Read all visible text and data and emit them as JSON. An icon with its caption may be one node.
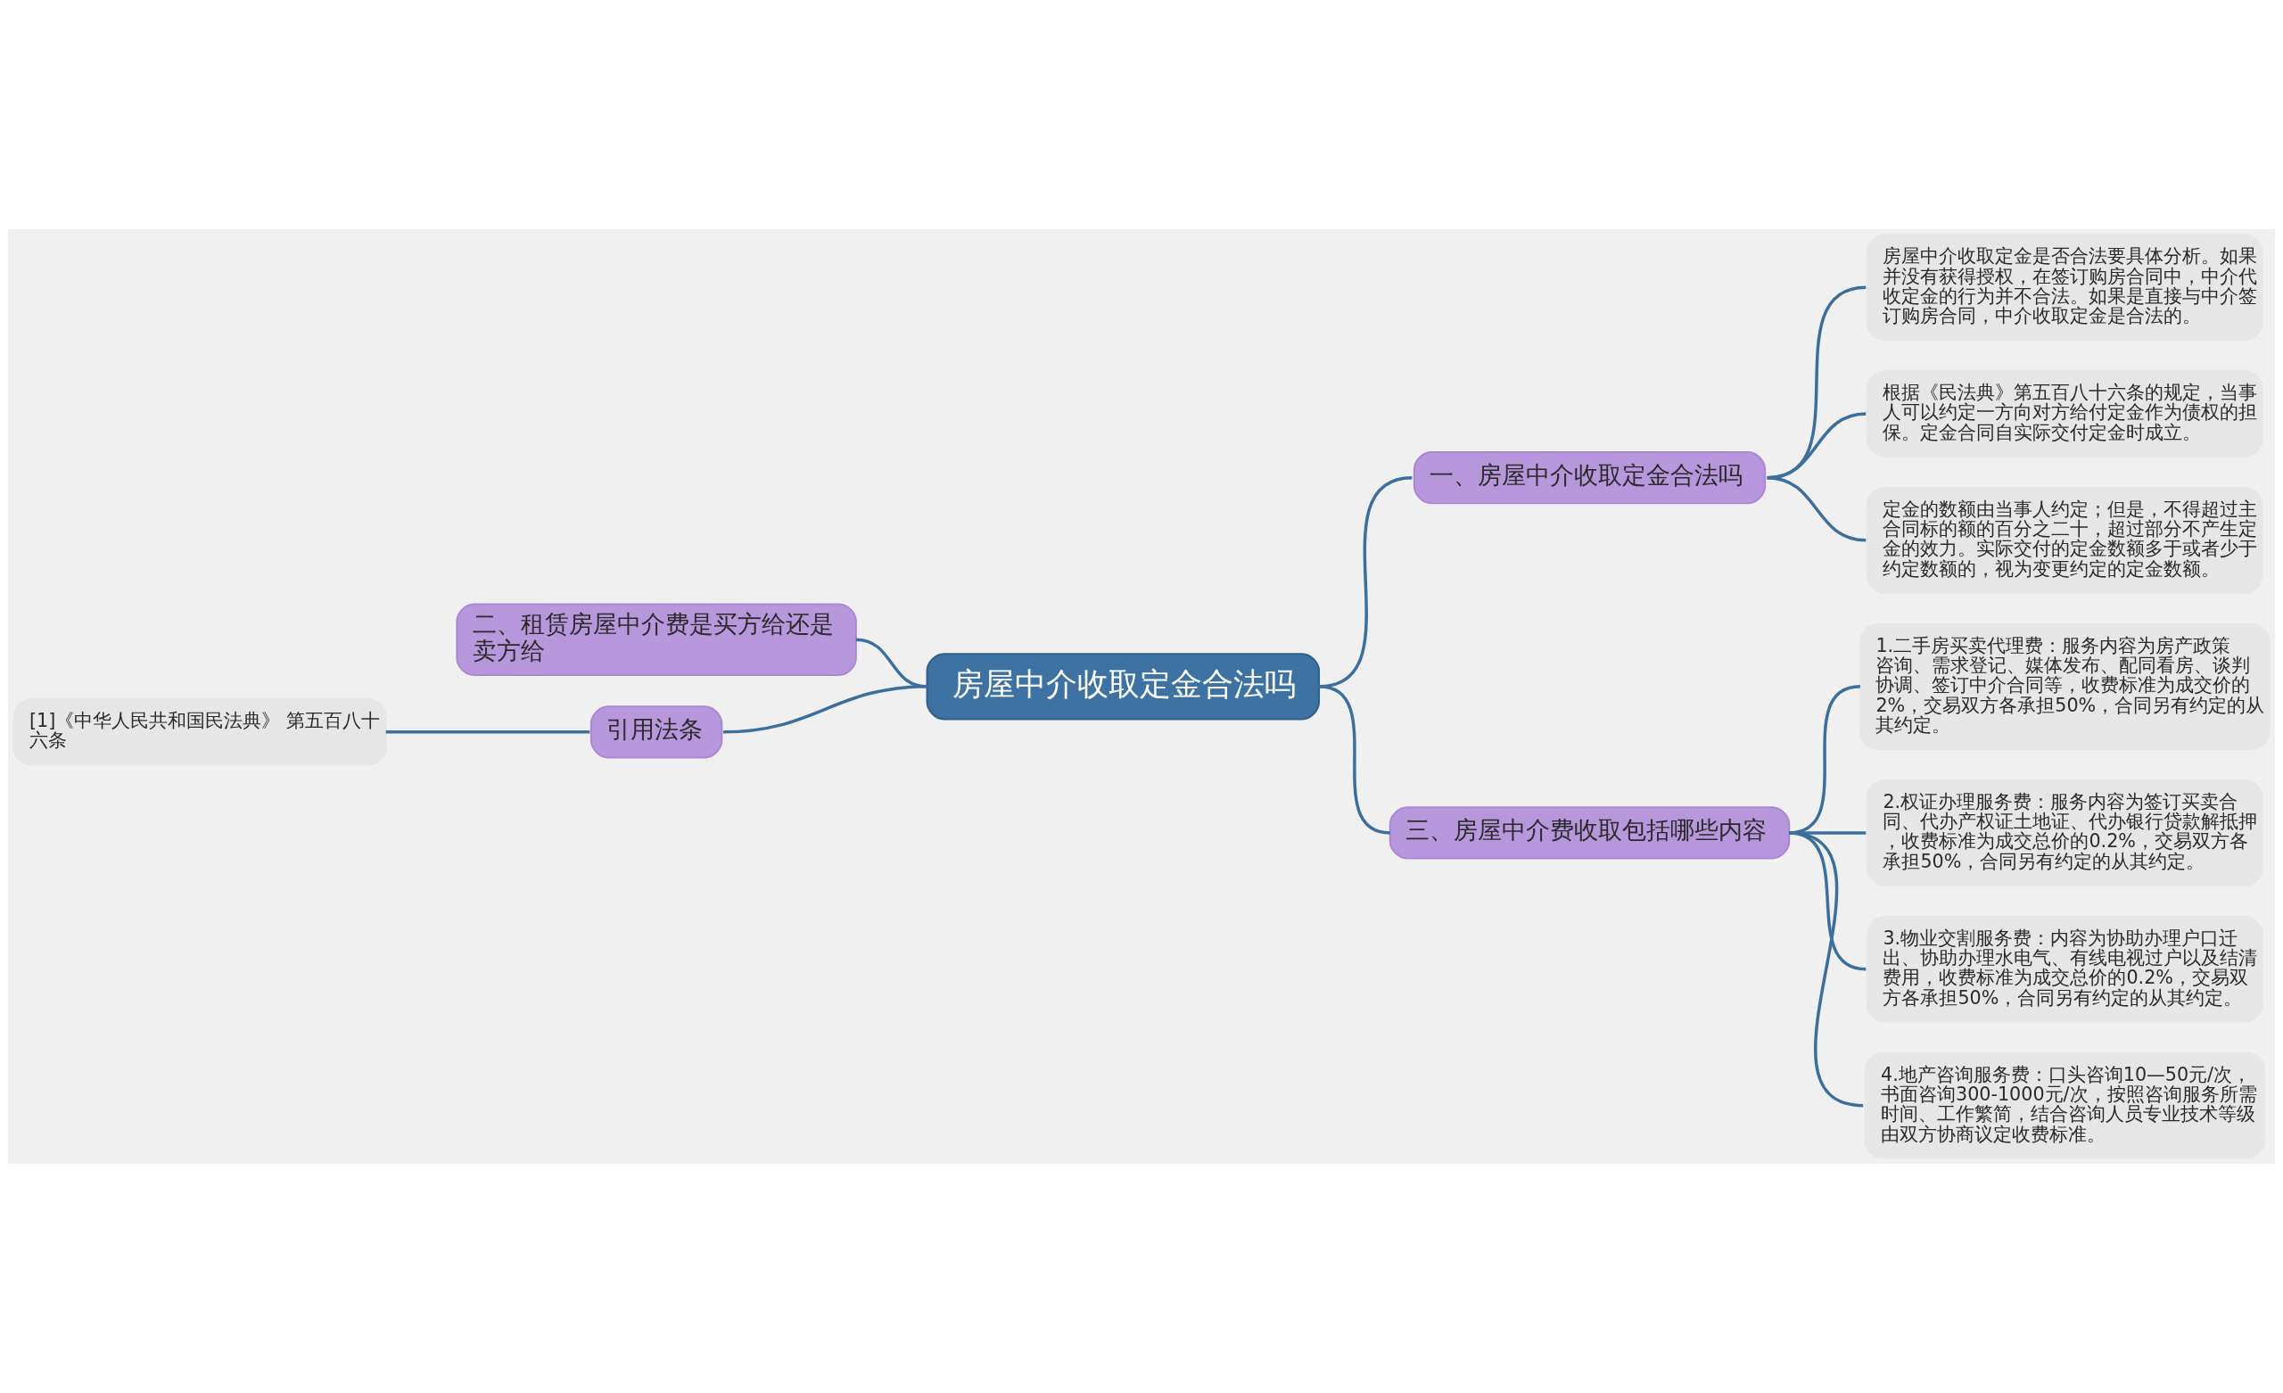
{
  "diagram": {
    "nodes": [
      {
        "text": [
          "房屋中介收取定金合法吗"
        ]
      },
      {
        "text": [
          "一、房屋中介收取定金合法吗"
        ]
      },
      {
        "text": [
          "房屋中介收取定金是否合法要具体分析。如果并没有获得授权，在签订购房合同中，中介代收定金的行为并不合法。如果是直接与中介签订购房合同，中介收取定金是合法的。"
        ]
      },
      {
        "text": [
          "根据《民法典》第五百八十六条的规定，当事人可以约定一方向对方给付定金作为债权的担保。定金合同自实际交付定金时成立。"
        ]
      },
      {
        "text": [
          "定金的数额由当事人约定；但是，不得超过主合同标的额的百分之二十，超过部分不产生定金的效力。实际交付的定金数额多于或者少于约定数额的，视为变更约定的定金数额。"
        ]
      },
      {
        "text": [
          "二、租赁房屋中介费是买方给还是卖方给"
        ]
      },
      {
        "text": [
          "三、房屋中介费收取包括哪些内容"
        ]
      },
      {
        "text": [
          "1.二手房买卖代理费：服务内容为房产政策咨询、需求登记、媒体发布、配同看房、谈判协调、签订中介合同等，收费标准为成交价的2%，交易双方各承担50%，合同另有约定的从其约定。"
        ]
      },
      {
        "text": [
          "2.权证办理服务费：服务内容为签订买卖合同、代办产权证土地证、代办银行贷款解抵押，收费标准为成交总价的0.2%，交易双方各承担50%，合同另有约定的从其约定。"
        ]
      },
      {
        "text": [
          "3.物业交割服务费：内容为协助办理户口迁出、协助办理水电气、有线电视过户以及结清费用，收费标准为成交总价的0.2%，交易双方各承担50%，合同另有约定的从其约定。"
        ]
      },
      {
        "text": [
          "4.地产咨询服务费：口头咨询10—50元/次，书面咨询300-1000元/次，按照咨询服务所需时间、工作繁简，结合咨询人员专业技术等级由双方协商议定收费标准。"
        ]
      },
      {
        "text": [
          "引用法条"
        ]
      },
      {
        "text": [
          "[1]《中华人民共和国民法典》 第五百八十六条"
        ]
      }
    ],
    "edges": [
      {
        "from": 0,
        "to": 1,
        "arrow": "none"
      },
      {
        "from": 1,
        "to": 2,
        "arrow": "none"
      },
      {
        "from": 1,
        "to": 3,
        "arrow": "none"
      },
      {
        "from": 1,
        "to": 4,
        "arrow": "none"
      },
      {
        "from": 5,
        "to": 0,
        "arrow": "none"
      },
      {
        "from": 0,
        "to": 6,
        "arrow": "none"
      },
      {
        "from": 6,
        "to": 7,
        "arrow": "none"
      },
      {
        "from": 6,
        "to": 8,
        "arrow": "none"
      },
      {
        "from": 6,
        "to": 9,
        "arrow": "none"
      },
      {
        "from": 6,
        "to": 10,
        "arrow": "none"
      },
      {
        "from": 11,
        "to": 0,
        "arrow": "none"
      },
      {
        "from": 12,
        "to": 11,
        "arrow": "none"
      }
    ]
  }
}
